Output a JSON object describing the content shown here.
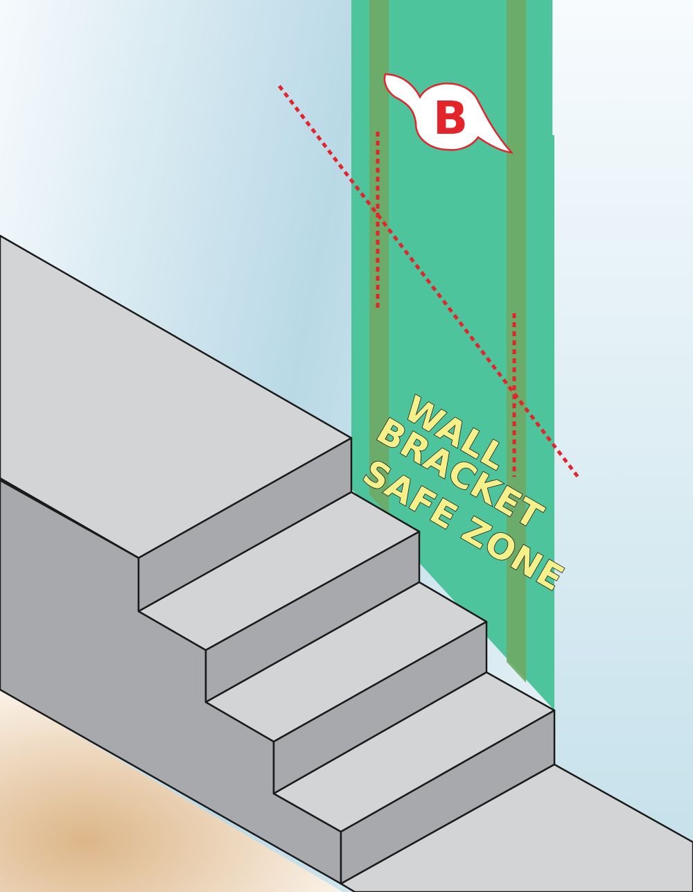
{
  "zone": {
    "line1": "WALL",
    "line2": "BRACKET",
    "line3": "SAFE ZONE"
  },
  "badge": {
    "letter": "B",
    "icon": "swirl-b-badge-icon"
  },
  "colors": {
    "wall_light": "#f4f9fc",
    "wall_mid": "#bfdbe7",
    "safe_zone": "#4dc49c",
    "stud": "#6faa66",
    "stair_tread": "#d3d4d6",
    "stair_riser": "#a7a9ac",
    "floor": "#e2c39b",
    "marker_red": "#e3252b",
    "label_yellow": "#f6f08a"
  }
}
